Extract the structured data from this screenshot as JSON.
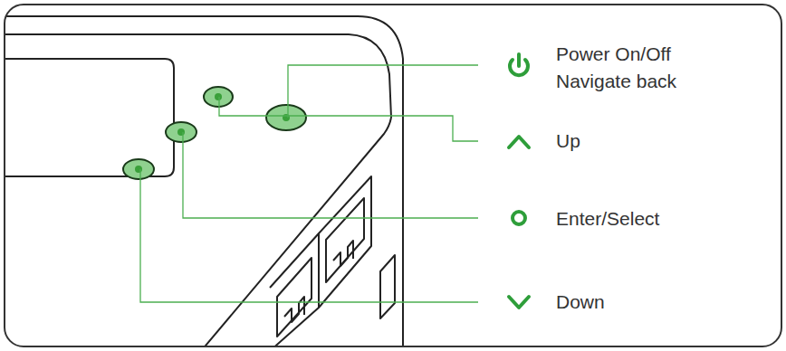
{
  "diagram": {
    "labels": [
      "Power On/Off",
      "Navigate back",
      "Up",
      "Enter/Select",
      "Down"
    ]
  }
}
